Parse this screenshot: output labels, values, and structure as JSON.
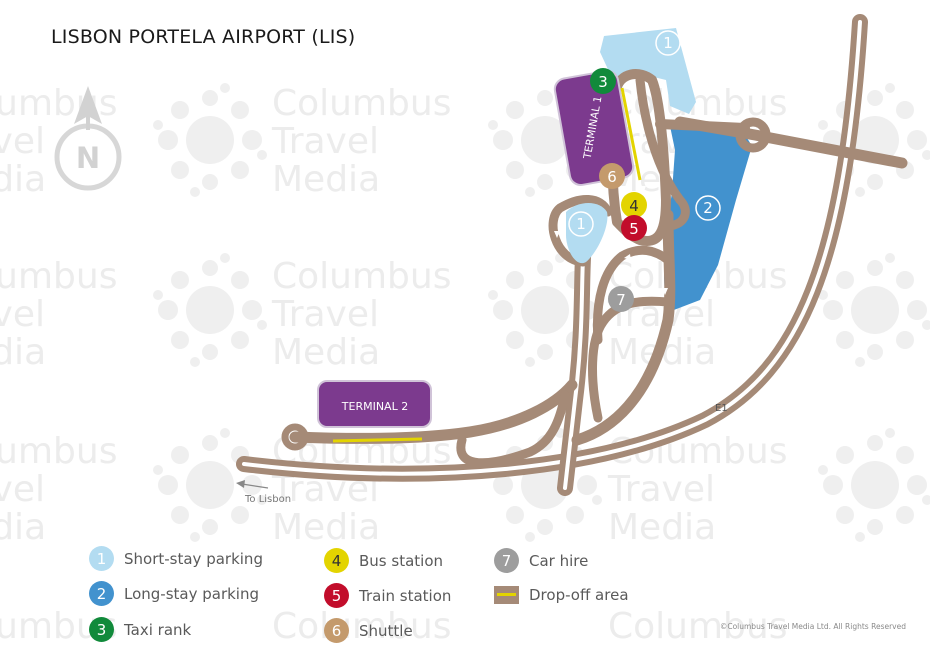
{
  "title": "LISBON PORTELA AIRPORT (LIS)",
  "compass": {
    "letter": "N",
    "icon": "north-arrow-icon"
  },
  "watermark": {
    "line1": "Columbus",
    "line2": "Travel",
    "line3": "Media"
  },
  "terminals": {
    "t1": "TERMINAL 1",
    "t2": "TERMINAL 2"
  },
  "road_labels": {
    "e1": "E1",
    "to_lisbon": "To Lisbon"
  },
  "markers": {
    "n1": "1",
    "n2": "2",
    "n3": "3",
    "n4": "4",
    "n5": "5",
    "n6": "6",
    "n7": "7"
  },
  "colors": {
    "road": "#a58a77",
    "short_stay": "#b3dcf1",
    "long_stay": "#4292ce",
    "taxi": "#118a3b",
    "bus": "#e3d400",
    "train": "#c20d2b",
    "shuttle": "#c49a6c",
    "car_hire": "#9d9d9d",
    "terminal": "#7c3a8e",
    "dropoff": "#e3d400"
  },
  "legend": {
    "short_stay": {
      "num": "1",
      "label": "Short-stay parking"
    },
    "long_stay": {
      "num": "2",
      "label": "Long-stay parking"
    },
    "taxi": {
      "num": "3",
      "label": "Taxi rank"
    },
    "bus": {
      "num": "4",
      "label": "Bus station"
    },
    "train": {
      "num": "5",
      "label": "Train station"
    },
    "shuttle": {
      "num": "6",
      "label": "Shuttle"
    },
    "car_hire": {
      "num": "7",
      "label": "Car hire"
    },
    "dropoff": {
      "label": "Drop-off area"
    }
  },
  "copyright": "©Columbus Travel Media Ltd. All Rights Reserved"
}
